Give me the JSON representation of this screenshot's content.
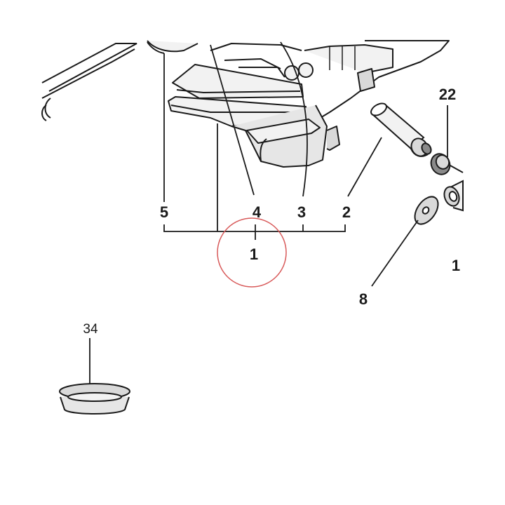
{
  "callouts": {
    "part_5": "5",
    "part_4": "4",
    "part_3": "3",
    "part_2": "2",
    "assembly_1": "1",
    "part_22": "22",
    "part_8": "8",
    "right_edge_1": "1",
    "part_34": "34"
  },
  "colors": {
    "line": "#1a1a1a",
    "highlight_circle": "#d85a5a",
    "part_fill": "#f2f2f2",
    "part_shade": "#d9d9d9",
    "part_dark": "#8a8a8a"
  }
}
